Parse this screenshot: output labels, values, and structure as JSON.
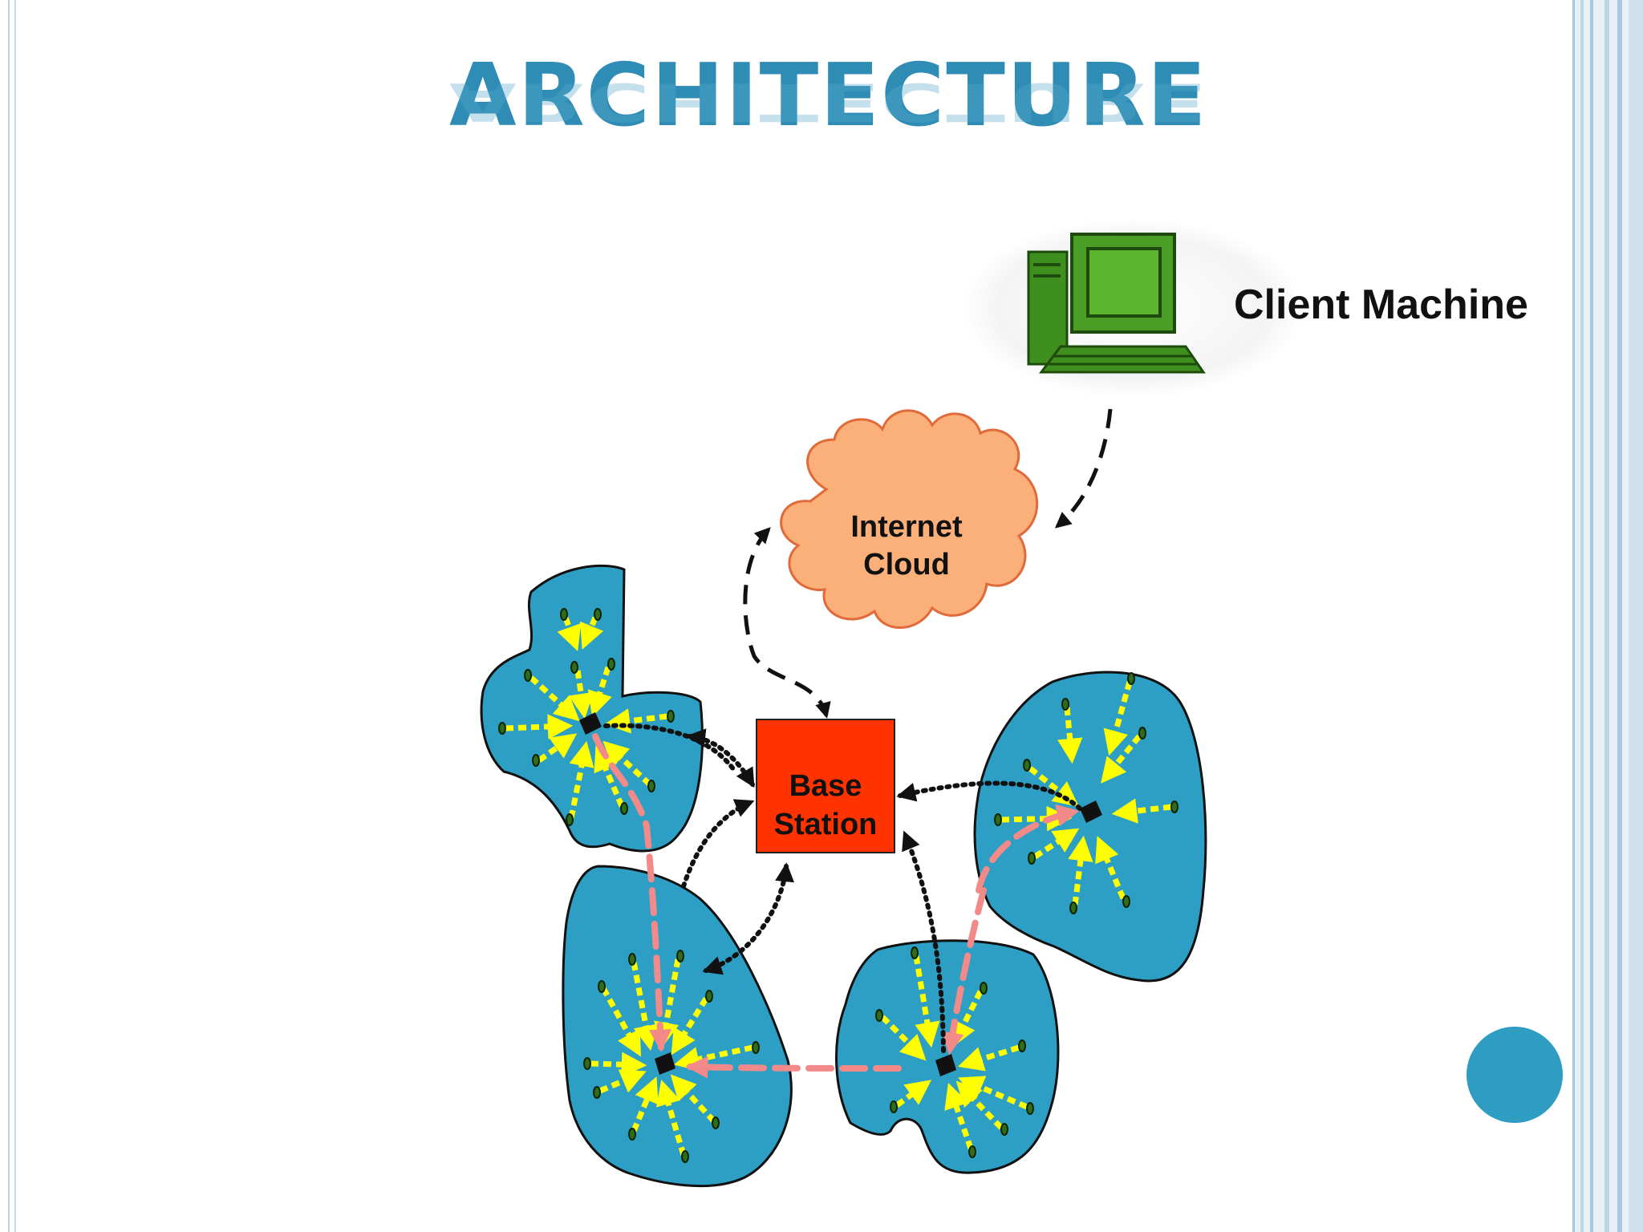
{
  "slide": {
    "title": "ARCHITECTURE",
    "accent_color": "#2f9cc2"
  },
  "nodes": {
    "client": {
      "label": "Client Machine",
      "icon": "computer-icon"
    },
    "cloud": {
      "line1": "Internet",
      "line2": "Cloud",
      "color": "#fbb07a"
    },
    "base_station": {
      "line1": "Base",
      "line2": "Station",
      "color": "#ff3300"
    }
  },
  "clusters": {
    "count": 4,
    "fill_color": "#2e9fc4",
    "flow_arrow_color": "#ffff00",
    "route_color": "#f28a8a"
  }
}
